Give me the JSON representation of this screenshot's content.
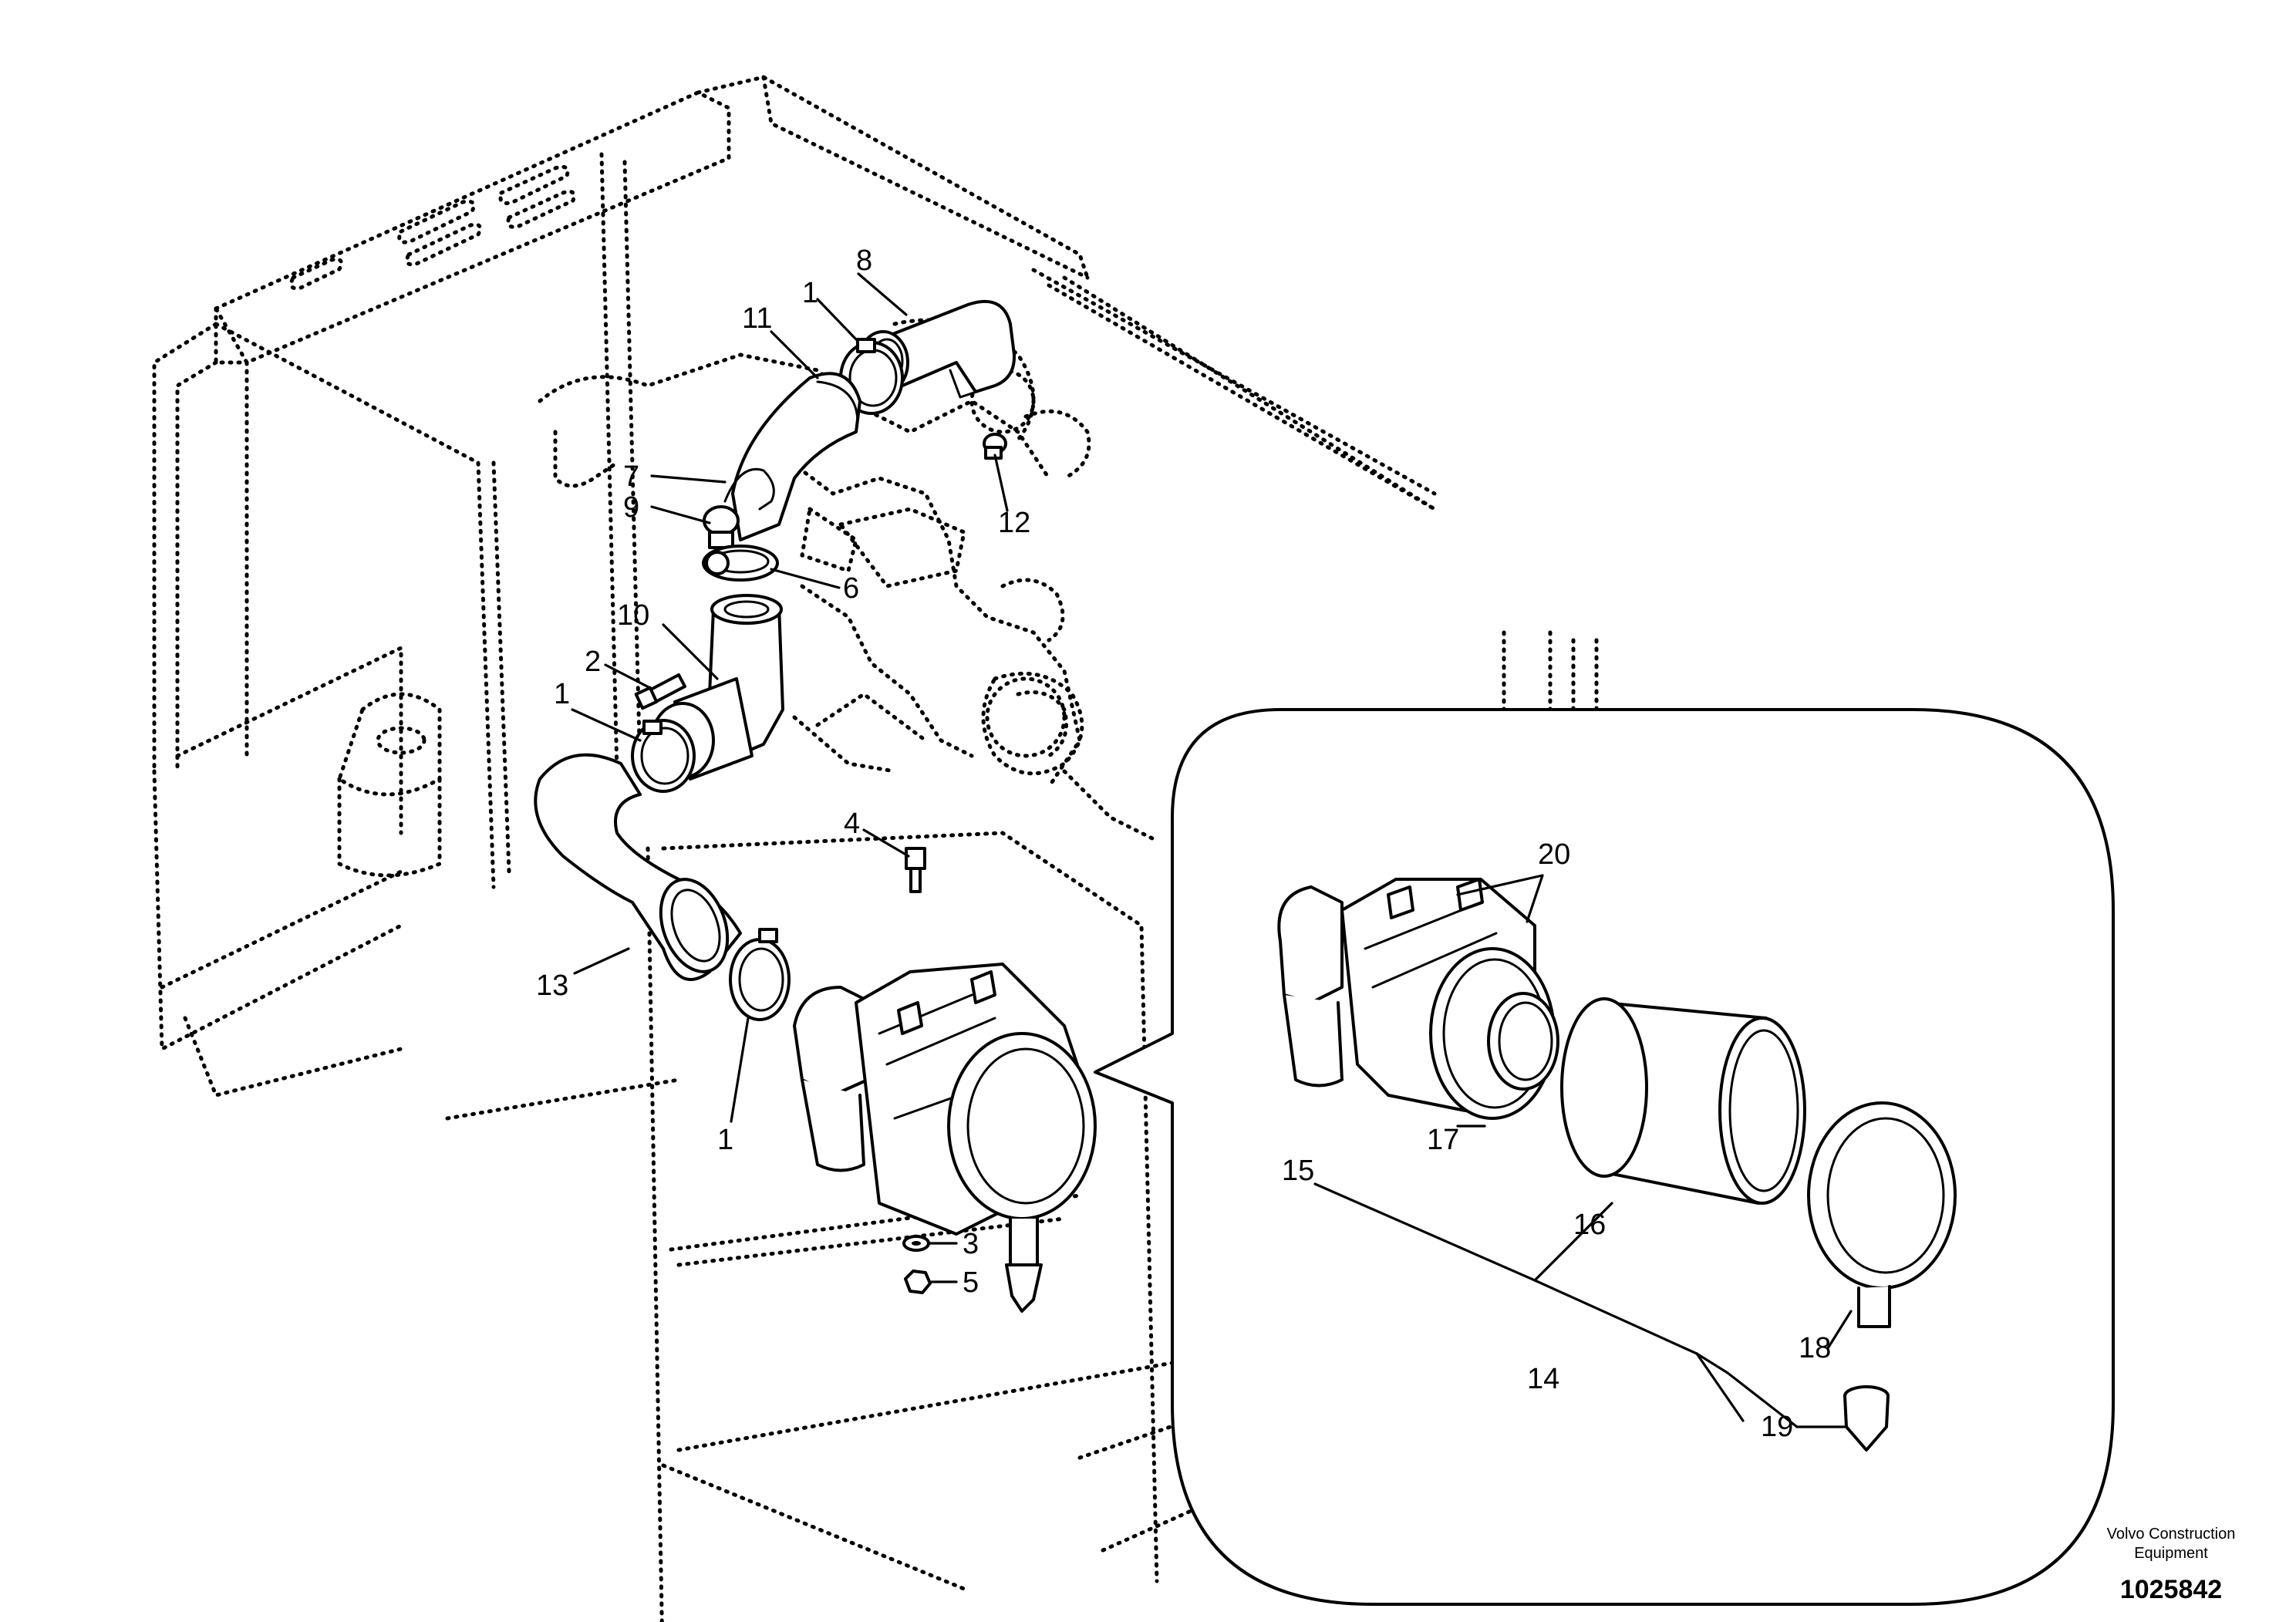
{
  "callouts": {
    "c1a": "1",
    "c1b": "1",
    "c1c": "1",
    "c2": "2",
    "c3": "3",
    "c4": "4",
    "c5": "5",
    "c6": "6",
    "c7": "7",
    "c8": "8",
    "c9": "9",
    "c10": "10",
    "c11": "11",
    "c12": "12",
    "c13": "13",
    "c14": "14",
    "c15": "15",
    "c16": "16",
    "c17": "17",
    "c18": "18",
    "c19": "19",
    "c20": "20"
  },
  "credit": {
    "line1": "Volvo Construction",
    "line2": "Equipment"
  },
  "document_number": "1025842"
}
